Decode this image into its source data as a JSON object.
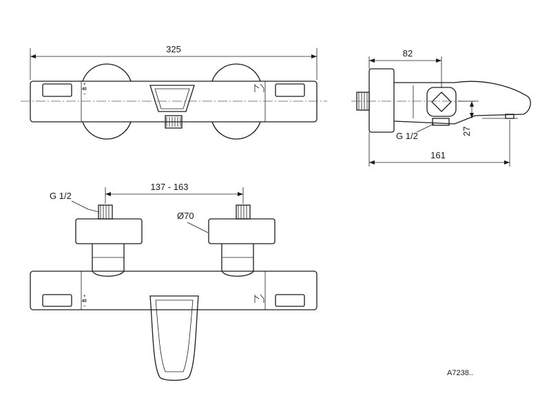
{
  "dimensions": {
    "overall_width": "325",
    "side_depth": "82",
    "spout_reach": "161",
    "spout_height": "27",
    "center_distance": "137 - 163",
    "rosette_diameter": "Ø70"
  },
  "threads": {
    "side_inlet": "G 1/2",
    "bottom_inlet": "G 1/2"
  },
  "scale_marks": {
    "plus": "+",
    "value": "40",
    "minus": "–"
  },
  "product_code": "A7238.."
}
